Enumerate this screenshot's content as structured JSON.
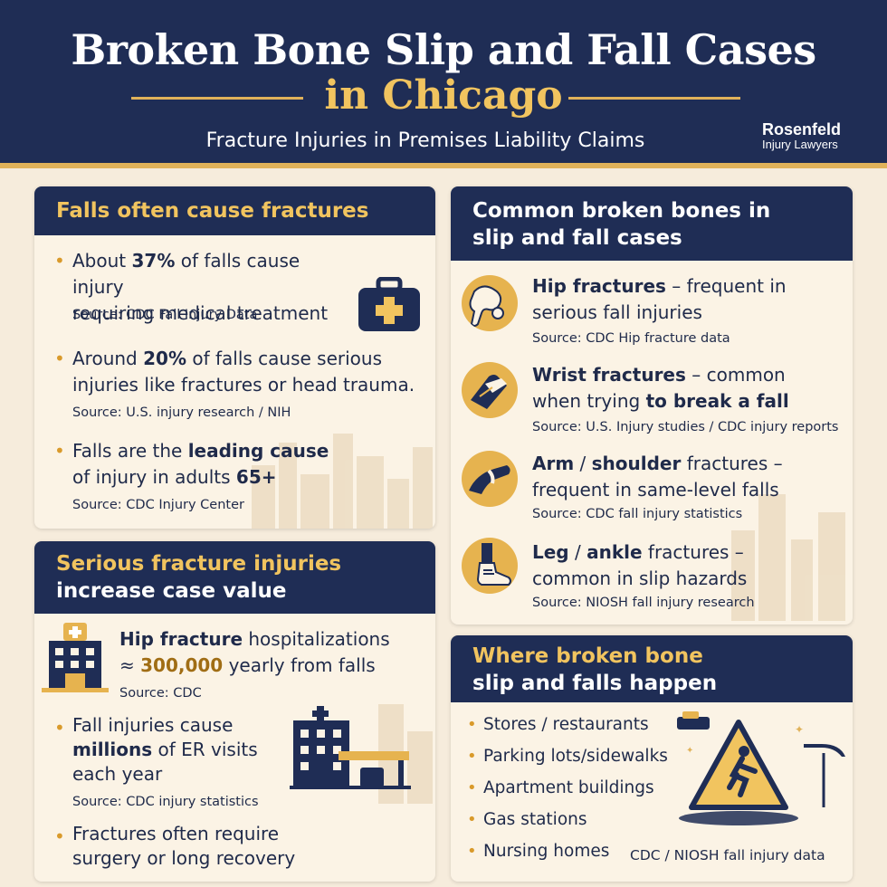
{
  "header": {
    "title_line1": "Broken Bone Slip and Fall Cases",
    "title_line2": "in Chicago",
    "subtitle": "Fracture Injuries in Premises Liability Claims",
    "brand_name": "Rosenfeld",
    "brand_sub": "Injury Lawyers"
  },
  "falls_panel": {
    "heading": "Falls often cause fractures",
    "items": [
      {
        "pre": "About ",
        "bold": "37%",
        "post": " of falls cause injury",
        "line2": "requiring medical treatment",
        "source": "Source: CDC Fall Injury Data"
      },
      {
        "pre": "Around ",
        "bold": "20%",
        "post": " of falls cause serious",
        "line2": "injuries like fractures or head trauma.",
        "source": "Source: U.S. injury research / NIH"
      },
      {
        "pre": "Falls are the ",
        "bold": "leading cause",
        "post": "",
        "line2_pre": "of injury in adults ",
        "line2_bold": "65+",
        "source": "Source: CDC Injury Center"
      }
    ]
  },
  "serious_panel": {
    "heading_line1": "Serious fracture injuries",
    "heading_line2": "increase case value",
    "hip": {
      "bold": "Hip fracture",
      "post": " hospitalizations",
      "approx": "≈ ",
      "number": "300,000",
      "tail": " yearly from falls",
      "source": "Source: CDC"
    },
    "er": {
      "line1": "Fall injuries cause",
      "bold": "millions",
      "line2_post": " of ER visits",
      "line3": "each year",
      "source": "Source: CDC injury statistics"
    },
    "surgery": {
      "line1": "Fractures often require",
      "line2": "surgery or long recovery"
    }
  },
  "bones_panel": {
    "heading_line1": "Common broken bones in",
    "heading_line2": "slip and fall cases",
    "items": [
      {
        "bold": "Hip fractures",
        "rest": " – frequent in",
        "line2": "serious fall injuries",
        "source": "Source: CDC Hip fracture data"
      },
      {
        "bold": "Wrist fractures",
        "rest": " – common",
        "line2_pre": "when trying ",
        "line2_bold": "to break a fall",
        "source": "Source: U.S. Injury studies / CDC injury reports"
      },
      {
        "bold": "Arm",
        "mid": " / ",
        "bold2": "shoulder",
        "rest": " fractures –",
        "line2": "frequent in same-level falls",
        "source": "Source: CDC fall injury statistics"
      },
      {
        "bold": "Leg",
        "mid": " / ",
        "bold2": "ankle",
        "rest": " fractures –",
        "line2": "common in slip hazards",
        "source": "Source: NIOSH fall injury research"
      }
    ]
  },
  "where_panel": {
    "heading_line1": "Where broken bone",
    "heading_line2": "slip and falls happen",
    "locations": [
      "Stores / restaurants",
      "Parking lots/sidewalks",
      "Apartment buildings",
      "Gas stations",
      "Nursing homes"
    ],
    "source": "CDC / NIOSH fall injury data"
  },
  "colors": {
    "navy": "#1f2d55",
    "gold": "#f1c45f",
    "cream": "#fbf3e5",
    "bullet": "#d99a2b"
  },
  "icons": [
    "medical-kit-icon",
    "hospital-icon",
    "hip-bone-icon",
    "wrist-icon",
    "arm-cast-icon",
    "ankle-shoe-icon",
    "wet-floor-warning-icon"
  ]
}
